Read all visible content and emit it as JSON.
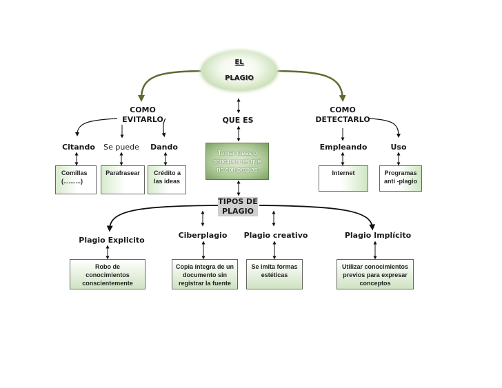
{
  "root": {
    "line1": "EL",
    "line2": "PLAGIO"
  },
  "evitar": {
    "heading": "COMO\nEVITARLO",
    "actions": [
      "Citando",
      "Se puede",
      "Dando"
    ],
    "details": [
      "Comillas\n(..........)",
      "Parafrasear",
      "Crédito a\nlas ideas"
    ]
  },
  "que_es": {
    "heading": "QUE ES",
    "definition": "Tomar ideas o\nconclusiones que\nno son propias"
  },
  "detectar": {
    "heading": "COMO\nDETECTARLO",
    "actions": [
      "Empleando",
      "Uso"
    ],
    "details": [
      "Internet",
      "Programas\nanti -plagio"
    ]
  },
  "tipos": {
    "heading": "TIPOS DE\nPLAGIO",
    "items": [
      {
        "name": "Plagio Explicito",
        "description": "Robo de\nconocimientos\nconscientemente"
      },
      {
        "name": "Ciberplagio",
        "description": "Copia íntegra de un\ndocumento sin\nregistrar la fuente"
      },
      {
        "name": "Plagio creativo",
        "description": "Se imita formas\nestéticas"
      },
      {
        "name": "Plagio Implícito",
        "description": "Utilizar conocimientos\nprevios para expresar\nconceptos"
      }
    ]
  },
  "colors": {
    "olive_connector": "#5b6b2c",
    "box_green": "#cfe6c3",
    "dark_green": "#7da064"
  }
}
